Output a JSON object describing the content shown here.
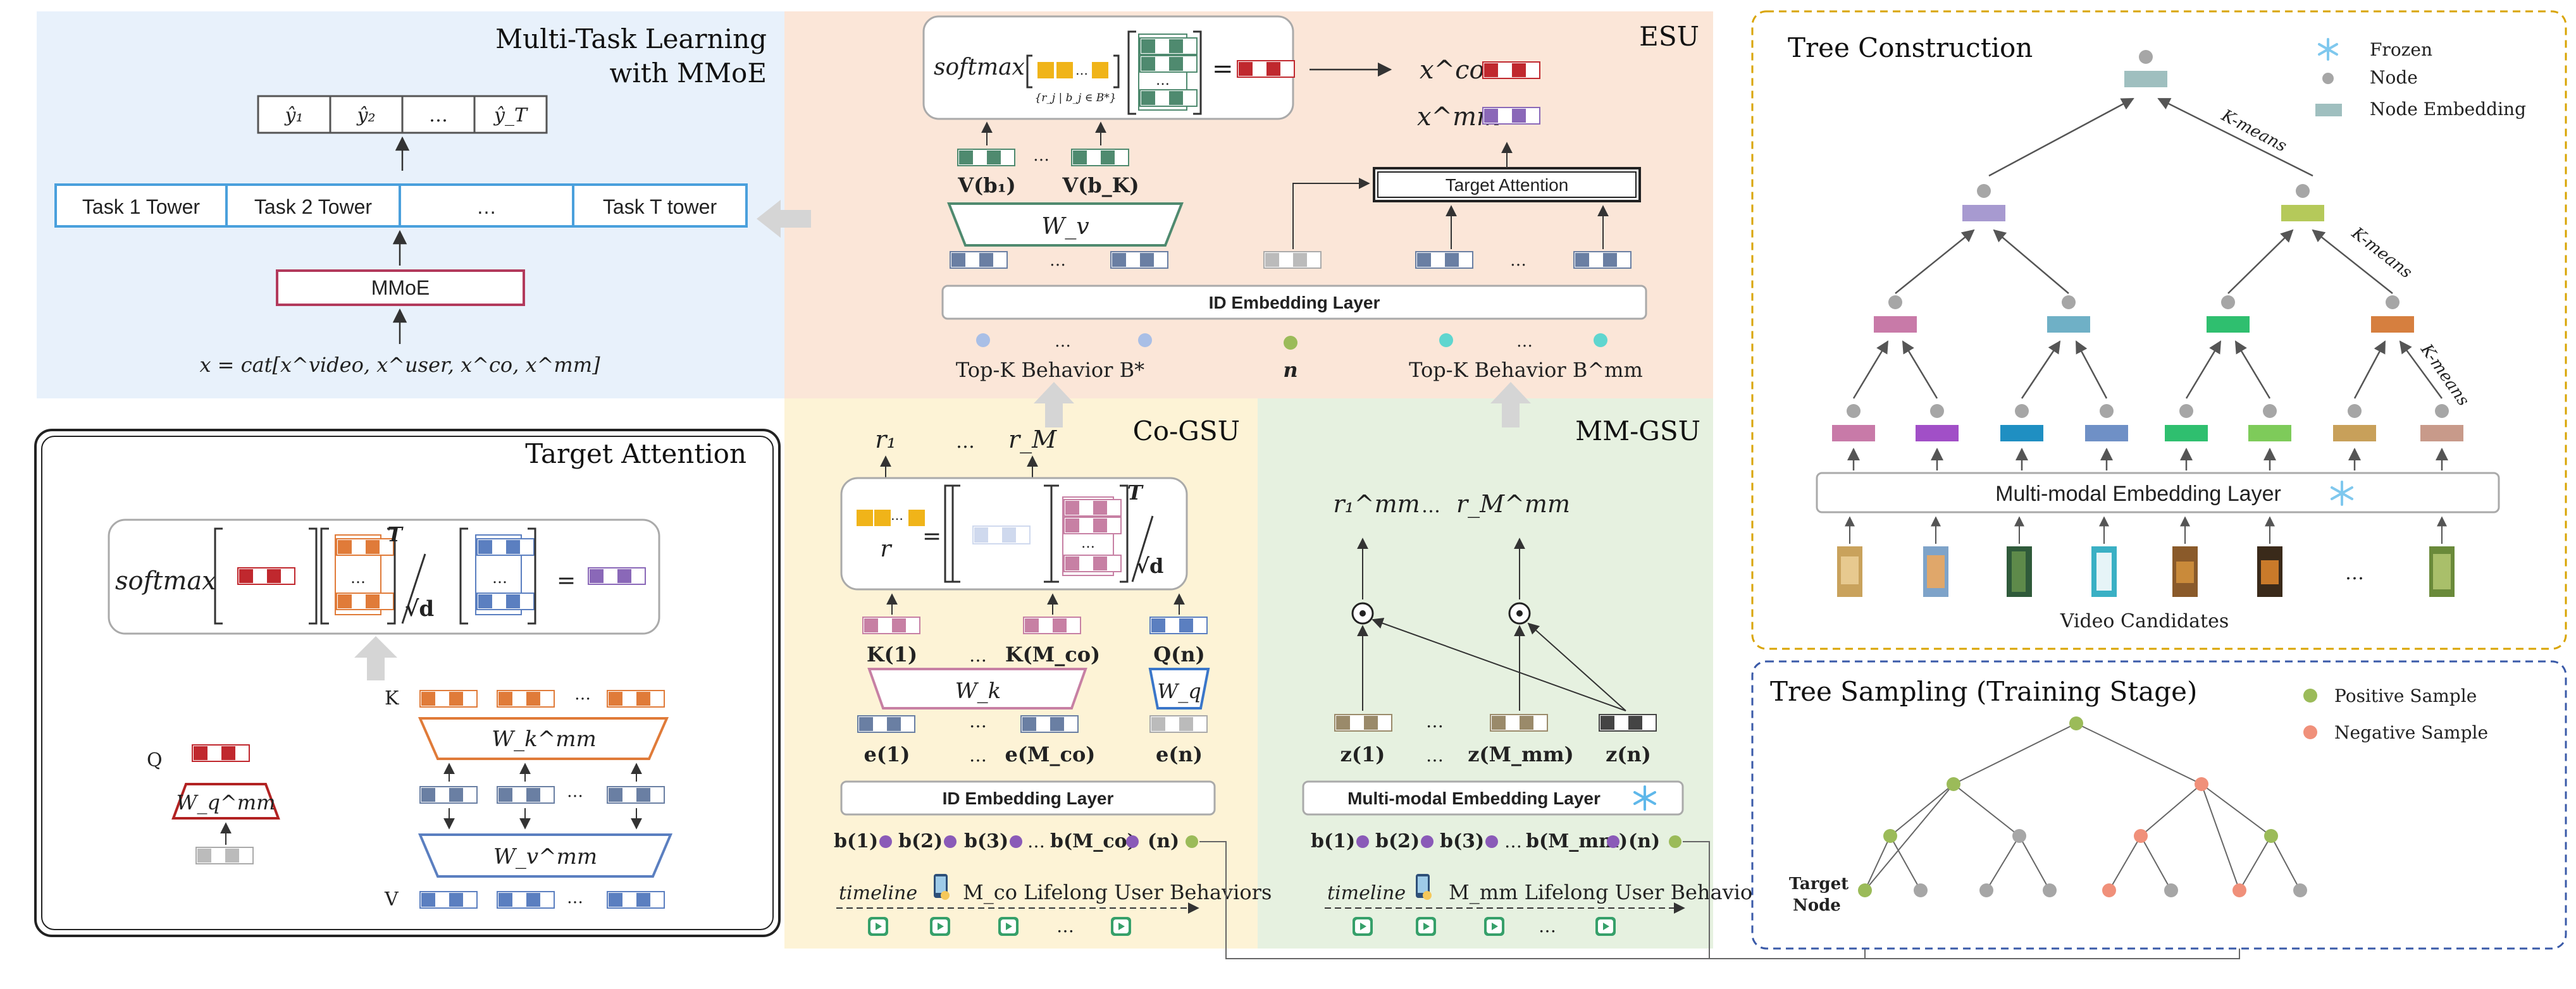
{
  "mmoe": {
    "title_line1": "Multi-Task Learning",
    "title_line2": "with MMoE",
    "outputs": [
      "ŷ₁",
      "ŷ₂",
      "…",
      "ŷ_T"
    ],
    "towers": [
      "Task 1 Tower",
      "Task 2 Tower",
      "…",
      "Task T tower"
    ],
    "mmoe_label": "MMoE",
    "input_formula": "x = cat[x^video, x^user, x^co, x^mm]"
  },
  "target_attention": {
    "title": "Target Attention",
    "softmax": "softmax",
    "sqrt_d": "√d",
    "equals": "=",
    "superscript_T": "T",
    "k_label": "K",
    "q_label": "Q",
    "v_label": "V",
    "wk_label": "W_k^mm",
    "wq_label": "W_q^mm",
    "wv_label": "W_v^mm",
    "ellipsis": "…"
  },
  "esu": {
    "title": "ESU",
    "softmax": "softmax",
    "sum_sub": "{r_j | b_j ∈ B*}",
    "equals": "=",
    "xco": "x^co",
    "xmm": "x^mm",
    "v_b1": "V(b₁)",
    "v_bk": "V(b_K)",
    "wv": "W_v",
    "target_attention": "Target Attention",
    "id_embedding": "ID Embedding Layer",
    "topk_behavior": "Top-K Behavior B*",
    "n": "n",
    "topk_behavior_mm": "Top-K Behavior B^mm",
    "ellipsis": "…"
  },
  "cogsu": {
    "title": "Co-GSU",
    "r1": "r₁",
    "rM": "r_M",
    "r": "r",
    "sqrt_d": "√d",
    "T": "T",
    "k1": "K(1)",
    "kMco": "K(M_co)",
    "qn": "Q(n)",
    "wk": "W_k",
    "wq": "W_q",
    "e1": "e(1)",
    "eMco": "e(M_co)",
    "en": "e(n)",
    "id_embedding": "ID Embedding Layer",
    "behaviors": [
      "b(1)",
      "b(2)",
      "b(3)",
      "…",
      "b(M_co)",
      "(n)"
    ],
    "timeline": "timeline",
    "lifelong": "M_co Lifelong User Behaviors",
    "ellipsis": "…"
  },
  "mmgsu": {
    "title": "MM-GSU",
    "r1mm": "r₁^mm",
    "rMmm": "r_M^mm",
    "z1": "z(1)",
    "zMmm": "z(M_mm)",
    "zn": "z(n)",
    "mm_embedding": "Multi-modal Embedding Layer",
    "behaviors": [
      "b(1)",
      "b(2)",
      "b(3)",
      "…",
      "b(M_mm)",
      "(n)"
    ],
    "timeline": "timeline",
    "lifelong": "M_mm Lifelong User Behaviors",
    "ellipsis": "…"
  },
  "tree_construction": {
    "title": "Tree Construction",
    "legend": [
      "Frozen",
      "Node",
      "Node Embedding"
    ],
    "kmeans": "K-means",
    "mm_embedding": "Multi-modal Embedding Layer",
    "video_candidates": "Video Candidates",
    "ellipsis": "…"
  },
  "tree_sampling": {
    "title": "Tree Sampling (Training Stage)",
    "legend": [
      "Positive Sample",
      "Negative Sample"
    ],
    "target_node_line1": "Target",
    "target_node_line2": "Node"
  },
  "colors": {
    "mmoe_bg": "#e8f1fb",
    "esu_bg": "#fbe6d8",
    "cogsu_bg": "#fdf3d6",
    "mmgsu_bg": "#e6f1e0",
    "positive": "#9bbb59",
    "negative": "#f0907a",
    "node": "#a6a6a6",
    "frozen": "#7fc8ee"
  }
}
